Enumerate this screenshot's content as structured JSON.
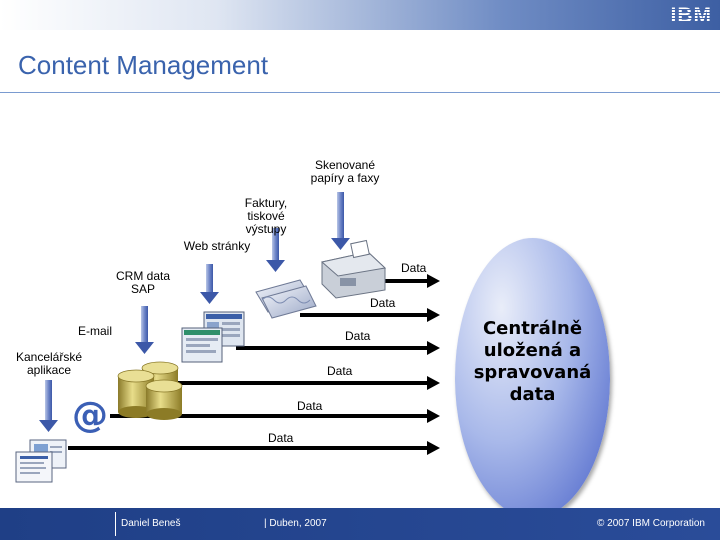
{
  "header": {
    "logo": "IBM",
    "title": "Content Management"
  },
  "sources": {
    "skenovane": "Skenované papíry a faxy",
    "faktury": "Faktury, tiskové výstupy",
    "web": "Web stránky",
    "crm": "CRM data SAP",
    "email": "E-mail",
    "kancelarske": "Kancelářské aplikace"
  },
  "arrows": [
    "Data",
    "Data",
    "Data",
    "Data",
    "Data",
    "Data"
  ],
  "central": "Centrálně uložená a spravovaná data",
  "footer": {
    "author": "Daniel Beneš",
    "date": "| Duben, 2007",
    "copyright": "© 2007 IBM Corporation"
  },
  "colors": {
    "title": "#3a63ad",
    "footer": "#1f3f86",
    "ellipse": "#6a80d4",
    "arrow": "#000000"
  }
}
